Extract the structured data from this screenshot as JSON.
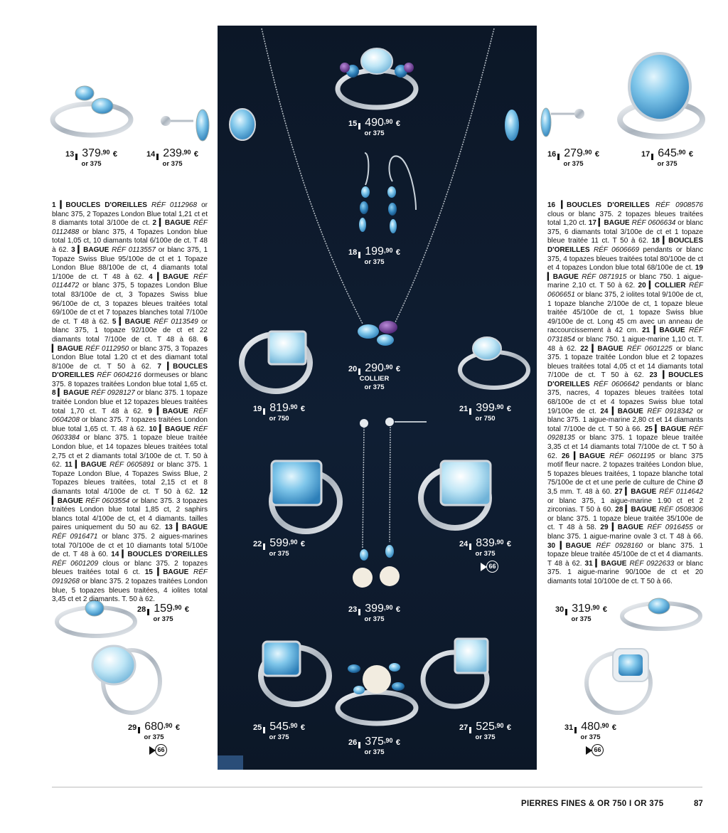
{
  "footer": {
    "title": "PIERRES FINES & OR 750 I OR 375",
    "page_number": "87"
  },
  "products": [
    {
      "id": "13",
      "int": "379",
      "dec": ",90",
      "cur": "€",
      "metal": "or 375",
      "badge": ""
    },
    {
      "id": "14",
      "int": "239",
      "dec": ",90",
      "cur": "€",
      "metal": "or 375",
      "badge": ""
    },
    {
      "id": "15",
      "int": "490",
      "dec": ",90",
      "cur": "€",
      "metal": "or 375",
      "badge": ""
    },
    {
      "id": "16",
      "int": "279",
      "dec": ",90",
      "cur": "€",
      "metal": "or 375",
      "badge": ""
    },
    {
      "id": "17",
      "int": "645",
      "dec": ",90",
      "cur": "€",
      "metal": "or 375",
      "badge": ""
    },
    {
      "id": "18",
      "int": "199",
      "dec": ",90",
      "cur": "€",
      "metal": "or 375",
      "badge": ""
    },
    {
      "id": "19",
      "int": "819",
      "dec": ",90",
      "cur": "€",
      "metal": "or 750",
      "badge": ""
    },
    {
      "id": "20",
      "int": "290",
      "dec": ",90",
      "cur": "€",
      "metal": "or 375",
      "extra": "COLLIER",
      "badge": ""
    },
    {
      "id": "21",
      "int": "399",
      "dec": ",90",
      "cur": "€",
      "metal": "or 750",
      "badge": ""
    },
    {
      "id": "22",
      "int": "599",
      "dec": ",90",
      "cur": "€",
      "metal": "or 375",
      "badge": ""
    },
    {
      "id": "23",
      "int": "399",
      "dec": ",90",
      "cur": "€",
      "metal": "or 375",
      "badge": ""
    },
    {
      "id": "24",
      "int": "839",
      "dec": ",90",
      "cur": "€",
      "metal": "or 375",
      "badge": "66"
    },
    {
      "id": "25",
      "int": "545",
      "dec": ",90",
      "cur": "€",
      "metal": "or 375",
      "badge": ""
    },
    {
      "id": "26",
      "int": "375",
      "dec": ",90",
      "cur": "€",
      "metal": "or 375",
      "badge": ""
    },
    {
      "id": "27",
      "int": "525",
      "dec": ",90",
      "cur": "€",
      "metal": "or 375",
      "badge": ""
    },
    {
      "id": "28",
      "int": "159",
      "dec": ",90",
      "cur": "€",
      "metal": "or 375",
      "badge": ""
    },
    {
      "id": "29",
      "int": "680",
      "dec": ",90",
      "cur": "€",
      "metal": "or 375",
      "badge": "66"
    },
    {
      "id": "30",
      "int": "319",
      "dec": ",90",
      "cur": "€",
      "metal": "or 375",
      "badge": ""
    },
    {
      "id": "31",
      "int": "480",
      "dec": ",90",
      "cur": "€",
      "metal": "or 375",
      "badge": "66"
    }
  ],
  "desc_left": [
    {
      "n": "1",
      "type": "BOUCLES D'OREILLES",
      "ref": "RÉF 0112968",
      "text": " or blanc 375, 2 Topazes London Blue total 1,21 ct et 8 diamants total 3/100e de ct."
    },
    {
      "n": "2",
      "type": "BAGUE",
      "ref": "RÉF 0112488",
      "text": " or blanc 375, 4 Topazes London blue total 1,05 ct, 10 diamants total 6/100e de ct. T 48 à 62."
    },
    {
      "n": "3",
      "type": "BAGUE",
      "ref": "RÉF 0113557",
      "text": " or blanc 375, 1 Topaze Swiss Blue 95/100e de ct et 1 Topaze London Blue 88/100e de ct, 4 diamants total 1/100e de ct. T 48 à 62."
    },
    {
      "n": "4",
      "type": "BAGUE",
      "ref": "RÉF 0114472",
      "text": " or blanc 375, 5 topazes London Blue total 83/100e de ct, 3 Topazes Swiss blue 96/100e de ct, 3 topazes bleues traitées total 69/100e de ct et 7 topazes blanches total 7/100e de ct. T 48 à 62."
    },
    {
      "n": "5",
      "type": "BAGUE",
      "ref": "RÉF 0113549",
      "text": " or blanc 375, 1 topaze 92/100e de ct et 22 diamants total 7/100e de ct. T 48 à 68."
    },
    {
      "n": "6",
      "type": "BAGUE",
      "ref": "RÉF 0112950",
      "text": " or blanc 375, 3 Topazes London Blue total 1.20 ct et des diamant total 8/100e de ct. T 50 à 62."
    },
    {
      "n": "7",
      "type": "BOUCLES D'OREILLES",
      "ref": "RÉF 0604216",
      "text": " dormeuses or blanc 375. 8 topazes traitées London blue total 1,65 ct."
    },
    {
      "n": "8",
      "type": "BAGUE",
      "ref": "RÉF 0928127",
      "text": " or blanc 375. 1 topaze traitée London blue et 12 topazes bleues traitées total 1,70 ct. T 48 à 62."
    },
    {
      "n": "9",
      "type": "BAGUE",
      "ref": "RÉF 0604208",
      "text": " or blanc 375. 7 topazes traitées London blue total 1,65 ct. T. 48 à 62."
    },
    {
      "n": "10",
      "type": "BAGUE",
      "ref": "RÉF 0603384",
      "text": " or blanc 375. 1 topaze bleue traitée London blue, et 14 topazes bleues traitées total 2,75 ct et 2 diamants total 3/100e de ct. T. 50 à 62."
    },
    {
      "n": "11",
      "type": "BAGUE",
      "ref": "RÉF 0605891",
      "text": " or blanc 375. 1 Topaze London Blue, 4 Topazes Swiss Blue, 2 Topazes bleues traitées, total 2,15 ct et 8 diamants total 4/100e de ct. T 50 à 62."
    },
    {
      "n": "12",
      "type": "BAGUE",
      "ref": "RÉF 0603554",
      "text": " or blanc 375. 3 topazes traitées London blue total 1,85 ct, 2 saphirs blancs total 4/100e de ct, et 4 diamants. tailles paires uniquement du 50 au 62."
    },
    {
      "n": "13",
      "type": "BAGUE",
      "ref": "RÉF 0916471",
      "text": " or blanc 375. 2 aigues-marines total 70/100e de ct et 10 diamants total 5/100e de ct. T 48 à 60."
    },
    {
      "n": "14",
      "type": "BOUCLES D'OREILLES",
      "ref": "RÉF 0601209",
      "text": " clous or blanc 375. 2 topazes bleues traitées total 6 ct."
    },
    {
      "n": "15",
      "type": "BAGUE",
      "ref": "RÉF 0919268",
      "text": " or blanc 375. 2 topazes traitées London blue, 5 topazes bleues traitées, 4 iolites total 3,45 ct et 2 diamants. T. 50 à 62."
    }
  ],
  "desc_right": [
    {
      "n": "16",
      "type": "BOUCLES D'OREILLES",
      "ref": "RÉF 0908576",
      "text": " clous or blanc 375. 2 topazes bleues traitées total 1,20 ct."
    },
    {
      "n": "17",
      "type": "BAGUE",
      "ref": "RÉF 0606634",
      "text": " or blanc 375, 6 diamants total 3/100e de ct et 1 topaze bleue traitée 11 ct. T 50 à 62."
    },
    {
      "n": "18",
      "type": "BOUCLES D'OREILLES",
      "ref": "RÉF 0606669",
      "text": " pendants or blanc 375, 4 topazes bleues traitées total 80/100e de ct et 4 topazes London blue total 68/100e de ct."
    },
    {
      "n": "19",
      "type": "BAGUE",
      "ref": "RÉF 0871915",
      "text": " or blanc 750. 1 aigue-marine 2,10 ct. T 50 à 62."
    },
    {
      "n": "20",
      "type": "COLLIER",
      "ref": "RÉF 0606651",
      "text": " or blanc 375, 2 iolites total 9/100e de ct, 1 topaze blanche 2/100e de ct, 1 topaze bleue traitée 45/100e de ct, 1 topaze Swiss blue 49/100e de ct. Long 45 cm avec un anneau de raccourcissement à 42 cm."
    },
    {
      "n": "21",
      "type": "BAGUE",
      "ref": "RÉF 0731854",
      "text": " or blanc 750. 1 aigue-marine 1,10 ct. T. 48 à 62."
    },
    {
      "n": "22",
      "type": "BAGUE",
      "ref": "RÉF 0601225",
      "text": " or blanc 375. 1 topaze traitée London blue et 2 topazes bleues traitées total 4,05 ct et 14 diamants total 7/100e de ct. T 50 à 62."
    },
    {
      "n": "23",
      "type": "BOUCLES D'OREILLES",
      "ref": "RÉF 0606642",
      "text": " pendants or blanc 375, nacres, 4 topazes bleues traitées total 68/100e de ct et 4 topazes Swiss blue total 19/100e de ct."
    },
    {
      "n": "24",
      "type": "BAGUE",
      "ref": "RÉF 0918342",
      "text": " or blanc 375. 1 aigue-marine 2,80 ct et 14 diamants total 7/100e de ct. T 50 à 66."
    },
    {
      "n": "25",
      "type": "BAGUE",
      "ref": "RÉF 0928135",
      "text": " or blanc 375. 1 topaze bleue traitée 3,35 ct et 14 diamants total 7/100e de ct. T 50 à 62."
    },
    {
      "n": "26",
      "type": "BAGUE",
      "ref": "RÉF 0601195",
      "text": " or blanc 375 motif fleur nacre. 2 topazes traitées London blue, 5 topazes bleues traitées, 1 topaze blanche total 75/100e de ct et une perle de culture de Chine Ø 3,5 mm. T. 48 à 60."
    },
    {
      "n": "27",
      "type": "BAGUE",
      "ref": "RÉF 0114642",
      "text": " or blanc 375, 1 aigue-marine 1.90 ct et 2 zirconias. T 50 à 60."
    },
    {
      "n": "28",
      "type": "BAGUE",
      "ref": "RÉF 0508306",
      "text": " or blanc 375. 1 topaze bleue traitée 35/100e de ct. T 48 à 58."
    },
    {
      "n": "29",
      "type": "BAGUE",
      "ref": "RÉF 0916455",
      "text": " or blanc 375. 1 aigue-marine ovale 3 ct. T 48 à 66."
    },
    {
      "n": "30",
      "type": "BAGUE",
      "ref": "RÉF 0928160",
      "text": " or blanc 375. 1 topaze bleue traitée 45/100e de ct et 4 diamants. T 48 à 62."
    },
    {
      "n": "31",
      "type": "BAGUE",
      "ref": "RÉF 0922633",
      "text": " or blanc 375. 1 aigue-marine 90/100e de ct et 20 diamants total 10/100e de ct. T 50 à 66."
    }
  ],
  "colors": {
    "panel": "#0d1a2c",
    "gem_blue": "#7fc6ea",
    "gem_light": "#bfe6f6",
    "gem_dark": "#2d7fb8",
    "gem_purple": "#6a3a8e",
    "silver": "#cfd5dc"
  }
}
